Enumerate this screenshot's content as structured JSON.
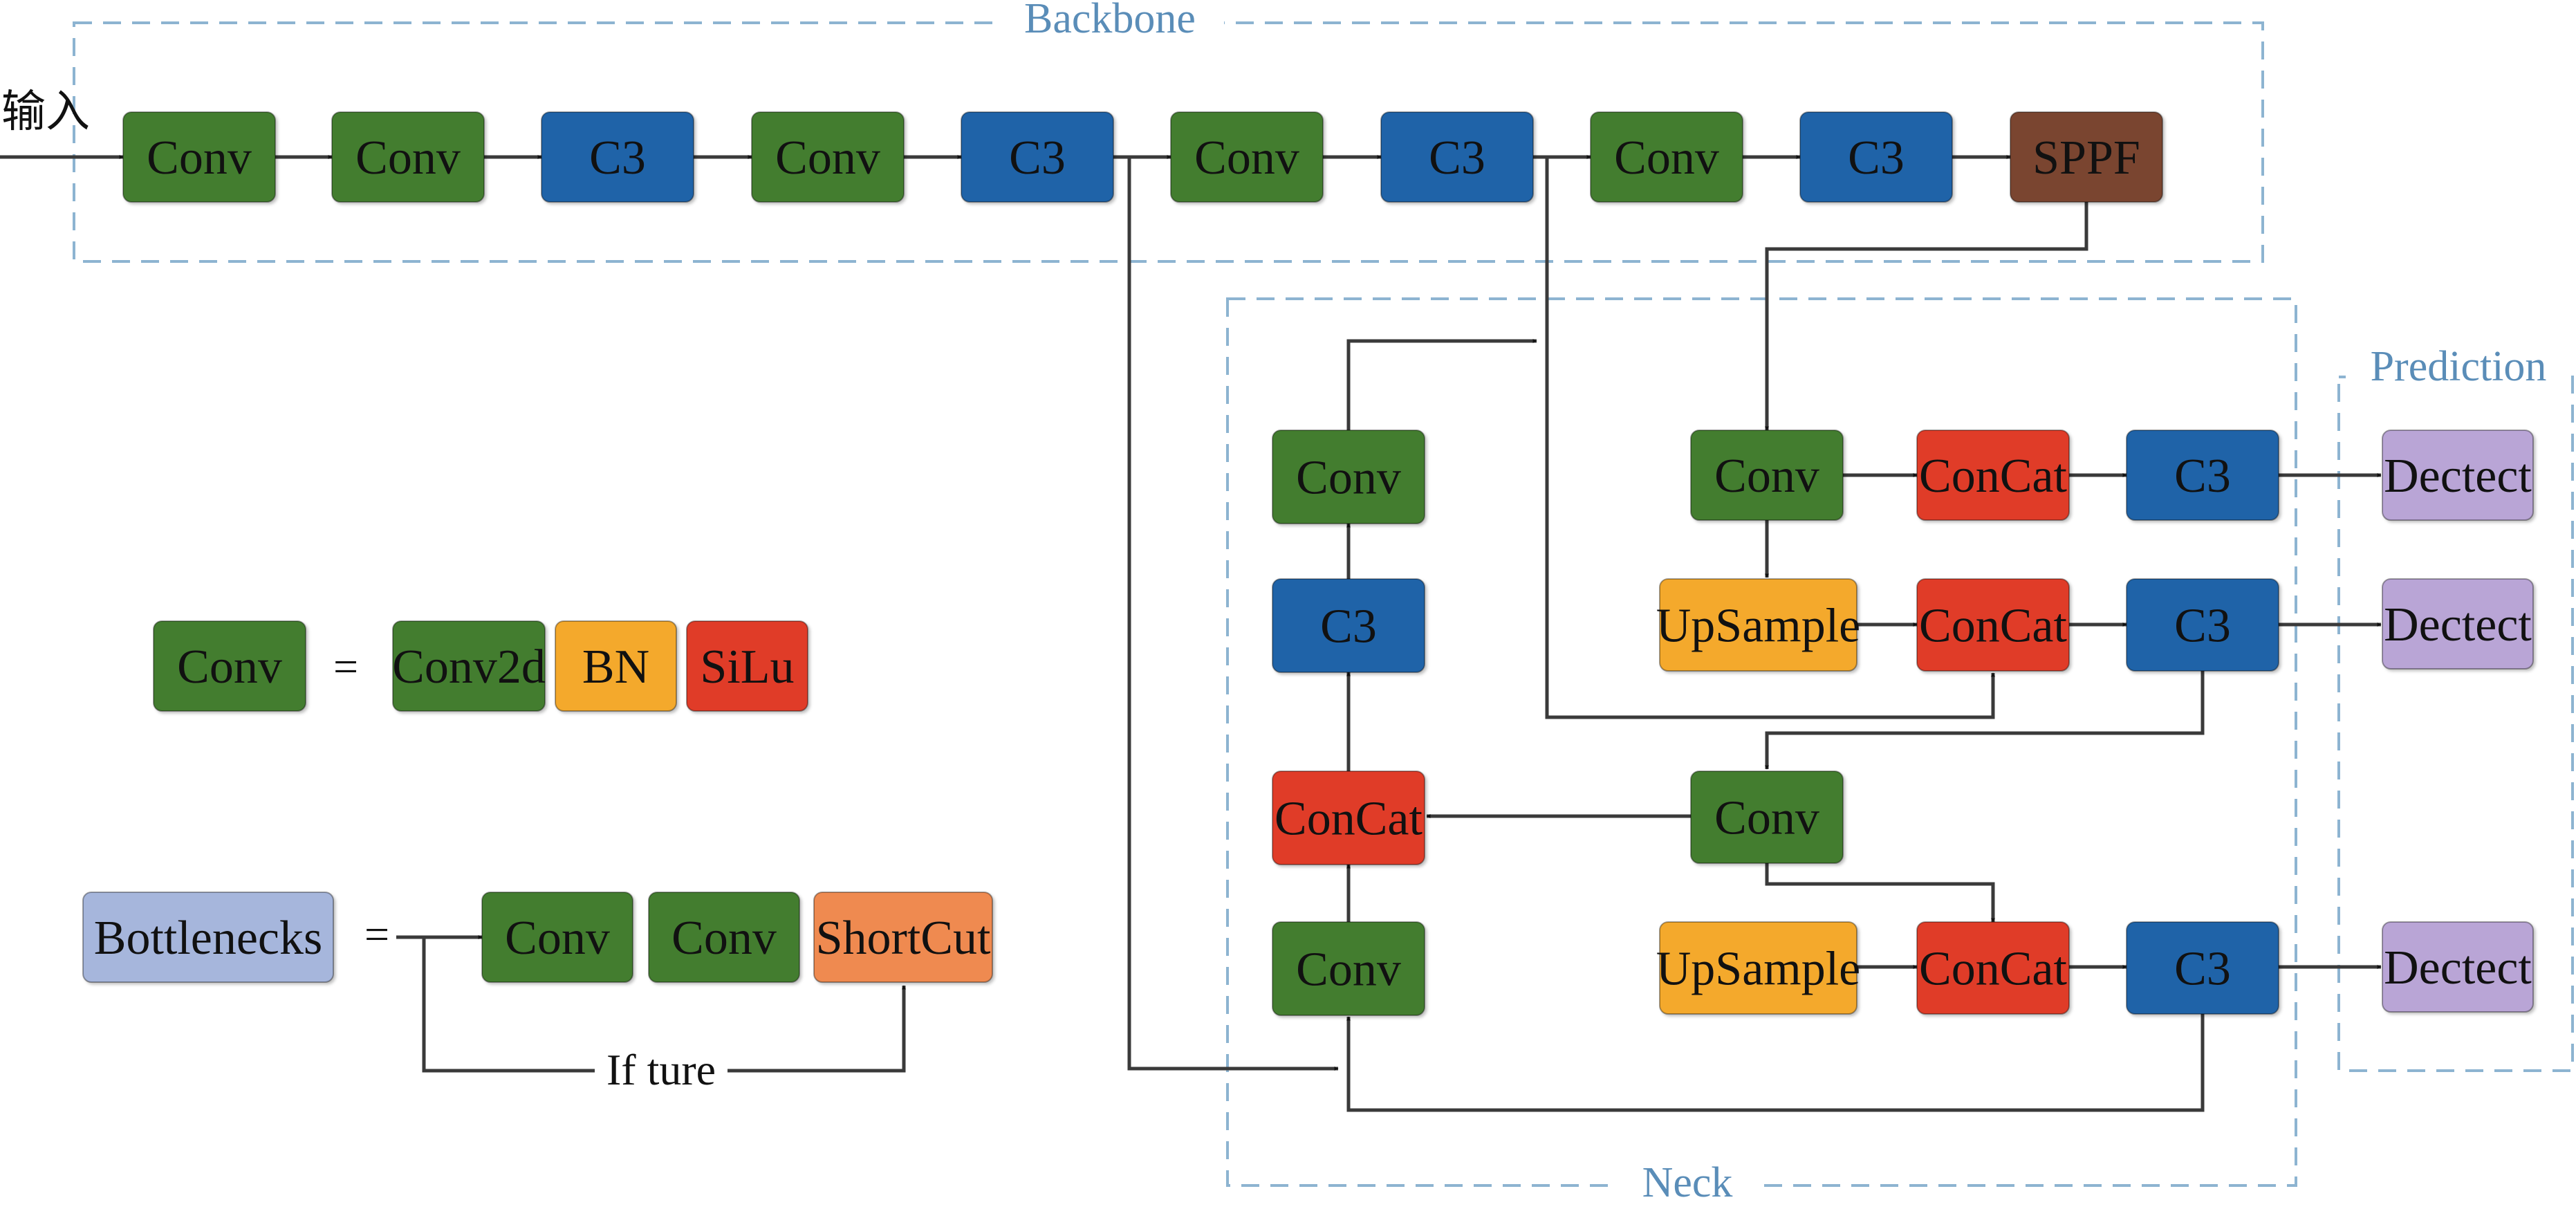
{
  "colors": {
    "conv": "#437d2f",
    "c3": "#1f63a8",
    "sppf": "#7a4530",
    "concat": "#e03c28",
    "upsample": "#f4a92c",
    "bn": "#f4a92c",
    "silu": "#e03c28",
    "conv2d": "#437d2f",
    "dectect": "#b9a5d6",
    "bottlenecks": "#a6b6dc",
    "shortcut": "#ef8a50",
    "region_border": "#8db4d1",
    "region_label": "#5a8db8",
    "wire": "#3a3a3a"
  },
  "regions": {
    "backbone": "Backbone",
    "neck": "Neck",
    "prediction": "Prediction"
  },
  "input_label": "输入",
  "backbone_blocks": [
    "Conv",
    "Conv",
    "C3",
    "Conv",
    "C3",
    "Conv",
    "C3",
    "Conv",
    "C3",
    "SPPF"
  ],
  "neck": {
    "left_column": [
      "Conv",
      "C3",
      "ConCat",
      "Conv"
    ],
    "top_conv": "Conv",
    "upsample_1": "UpSample",
    "concat_top": "ConCat",
    "concat_mid": "ConCat",
    "c3_top": "C3",
    "c3_mid": "C3",
    "mid_conv": "Conv",
    "upsample_2": "UpSample",
    "concat_bottom": "ConCat",
    "c3_bottom": "C3"
  },
  "prediction_blocks": [
    "Dectect",
    "Dectect",
    "Dectect"
  ],
  "legend_conv": {
    "block": "Conv",
    "equals": "=",
    "parts": [
      "Conv2d",
      "BN",
      "SiLu"
    ]
  },
  "legend_bottleneck": {
    "block": "Bottlenecks",
    "equals": "=",
    "parts": [
      "Conv",
      "Conv",
      "ShortCut"
    ],
    "condition": "If ture"
  }
}
